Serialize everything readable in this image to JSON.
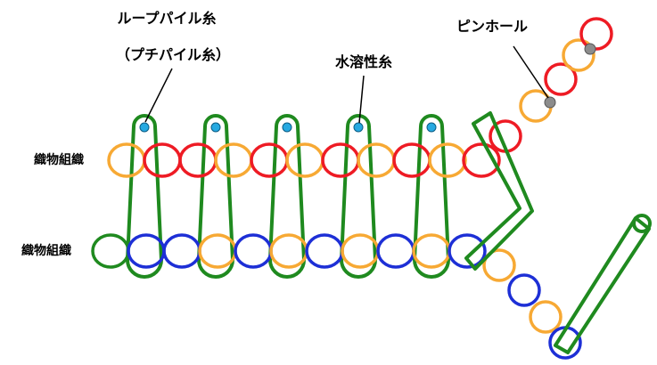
{
  "labels": {
    "loop_pile_yarn": "ループパイル糸",
    "petit_pile_yarn": "（プチパイル糸）",
    "water_soluble_yarn": "水溶性糸",
    "pinhole": "ピンホール",
    "fabric_structure_top": "織物組織",
    "fabric_structure_bottom": "織物組織"
  },
  "colors": {
    "red_yarn": "#ee1b24",
    "orange_yarn": "#f7a934",
    "blue_yarn": "#1d2fd6",
    "green_pile": "#1f8a1f",
    "water_soluble_dot": "#27a9e1",
    "pinhole_dot": "#8c8c8c",
    "text": "#000000"
  }
}
